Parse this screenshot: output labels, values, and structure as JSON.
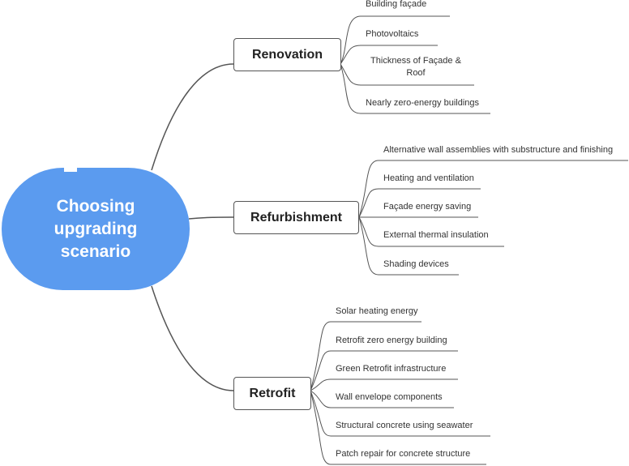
{
  "root": {
    "label": "Choosing\nupgrading\nscenario"
  },
  "branches": [
    {
      "label": "Renovation",
      "items": [
        "Building façade",
        "Photovoltaics",
        "Thickness of Façade &\nRoof",
        "Nearly zero-energy buildings"
      ]
    },
    {
      "label": "Refurbishment",
      "items": [
        "Alternative wall assemblies with substructure and finishing",
        "Heating and ventilation",
        "Façade energy saving",
        "External thermal insulation",
        "Shading devices"
      ]
    },
    {
      "label": "Retrofit",
      "items": [
        "Solar heating energy",
        "Retrofit zero energy building",
        "Green Retrofit infrastructure",
        "Wall envelope components",
        "Structural concrete using seawater",
        "Patch repair for concrete structure"
      ]
    }
  ],
  "colors": {
    "root_fill": "#5b9bef",
    "root_text": "#ffffff",
    "line": "#555555",
    "text": "#222222"
  }
}
